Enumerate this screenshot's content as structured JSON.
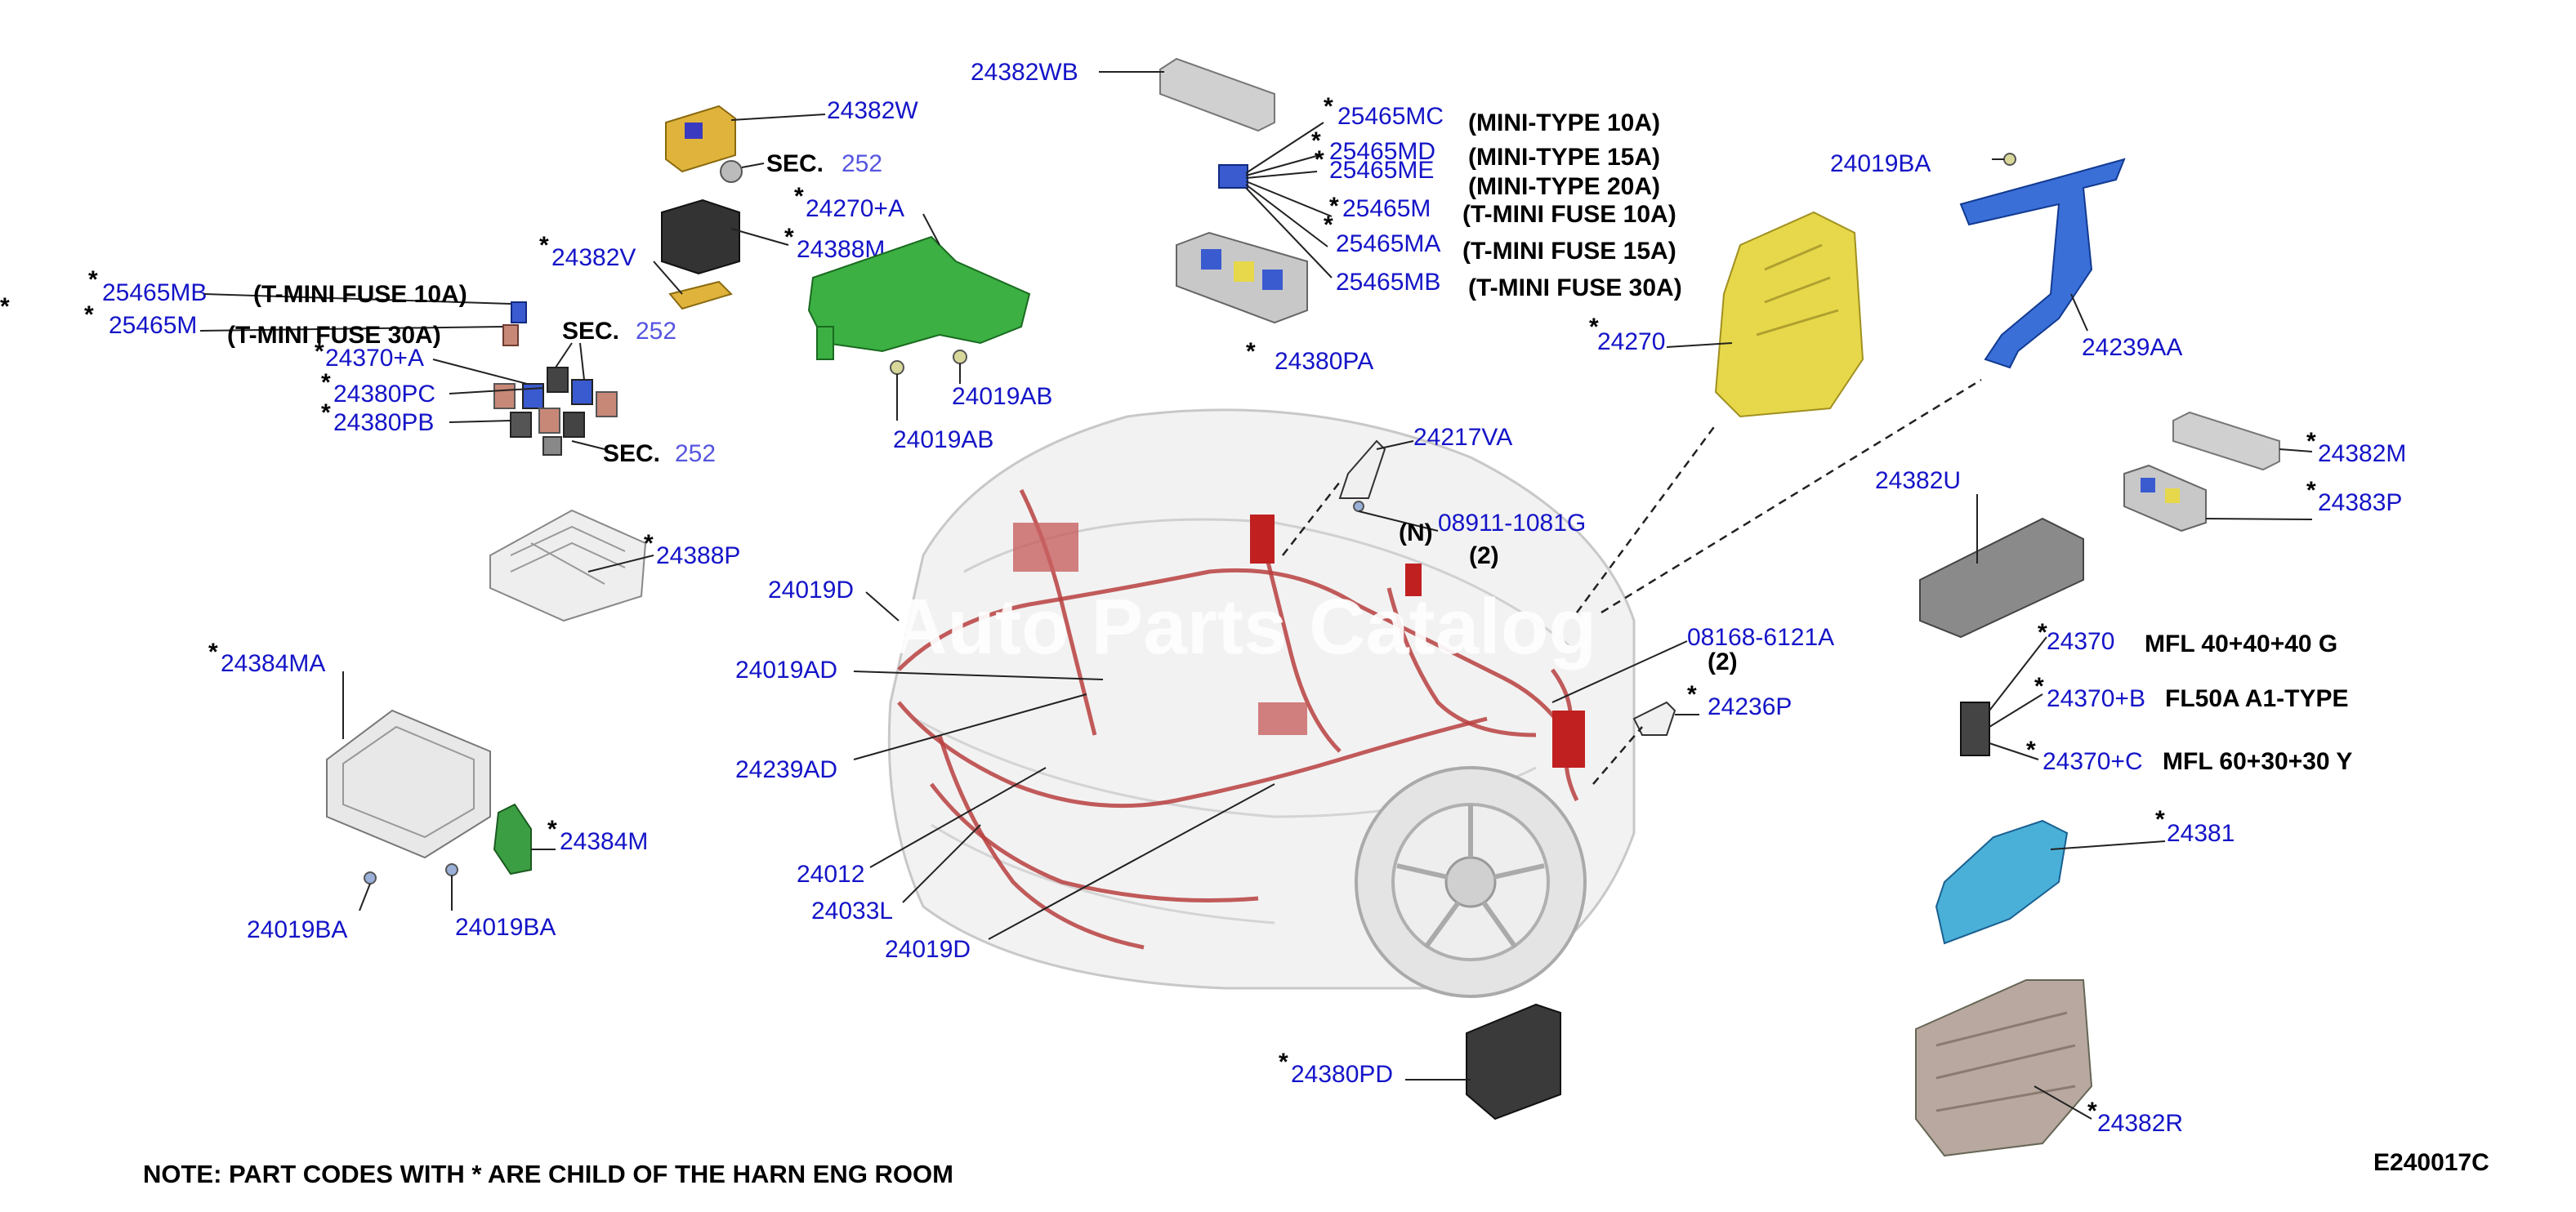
{
  "note": "NOTE: PART CODES WITH * ARE CHILD OF THE HARN ENG ROOM",
  "figure_code": "E240017C",
  "watermark": "Auto Parts Catalog",
  "labels": {
    "p24382W": "24382W",
    "sec1": "SEC.",
    "sec1n": "252",
    "p24270A": "24270+A",
    "p24388M": "24388M",
    "p24382V": "24382V",
    "p25465MB_l": "25465MB",
    "d25465MB_l": "(T-MINI FUSE 10A)",
    "p25465M_l": "25465M",
    "d25465M_l": "(T-MINI FUSE 30A)",
    "sec2": "SEC.",
    "sec2n": "252",
    "p24370A": "24370+A",
    "p24380PC": "24380PC",
    "p24380PB": "24380PB",
    "sec3": "SEC.",
    "sec3n": "252",
    "p24019AB_1": "24019AB",
    "p24019AB_2": "24019AB",
    "p24388P": "24388P",
    "p24019D_top": "24019D",
    "p24019AD": "24019AD",
    "p24239AD": "24239AD",
    "p24012": "24012",
    "p24033L": "24033L",
    "p24019D_bot": "24019D",
    "p24384MA": "24384MA",
    "p24384M": "24384M",
    "p24019BA_l1": "24019BA",
    "p24019BA_l2": "24019BA",
    "p24382WB": "24382WB",
    "p25465MC": "25465MC",
    "d25465MC": "(MINI-TYPE 10A)",
    "p25465MD": "25465MD",
    "d25465MD": "(MINI-TYPE 15A)",
    "p25465ME": "25465ME",
    "d25465ME": "(MINI-TYPE 20A)",
    "p25465M_r": "25465M",
    "d25465M_r": "(T-MINI FUSE 10A)",
    "p25465MA": "25465MA",
    "d25465MA": "(T-MINI FUSE 15A)",
    "p25465MB_r": "25465MB",
    "d25465MB_r": "(T-MINI FUSE 30A)",
    "p24380PA": "24380PA",
    "p24270": "24270",
    "p24217VA": "24217VA",
    "p08911": "08911-1081G",
    "qN": "(N)",
    "q2a": "(2)",
    "p08168": "08168-6121A",
    "q2b": "(2)",
    "p24236P": "24236P",
    "p24019BA_r": "24019BA",
    "p24239AA": "24239AA",
    "p24382M": "24382M",
    "p24383P": "24383P",
    "p24382U": "24382U",
    "p24370": "24370",
    "d24370": "MFL 40+40+40 G",
    "p24370B": "24370+B",
    "d24370B": "FL50A A1-TYPE",
    "p24370C": "24370+C",
    "d24370C": "MFL 60+30+30 Y",
    "p24381": "24381",
    "p24380PD": "24380PD",
    "p24382R": "24382R"
  },
  "colors": {
    "part_number": "#1414c8",
    "harness": "#b84040",
    "fuse_box_yellow": "#e6d84a",
    "bracket_green": "#3cb043",
    "bracket_blue": "#3a6fd8",
    "cover_cyan": "#4ab0d8",
    "box_grey": "#6a6a6a"
  }
}
